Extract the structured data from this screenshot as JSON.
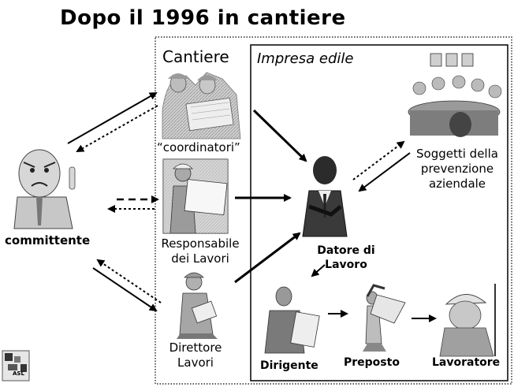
{
  "slide": {
    "title": "Dopo il 1996 in cantiere"
  },
  "areas": {
    "cantiere": "Cantiere",
    "impresa": "Impresa edile"
  },
  "actors": {
    "coordinatori": "“coordinatori”",
    "responsabile_line1": "Responsabile",
    "responsabile_line2": "dei Lavori",
    "direttore_line1": "Direttore",
    "direttore_line2": "Lavori",
    "committente": "committente",
    "datore_line1": "Datore di",
    "datore_line2": "Lavoro",
    "soggetti_line1": "Soggetti della",
    "soggetti_line2": "prevenzione",
    "soggetti_line3": "aziendale",
    "dirigente": "Dirigente",
    "preposto": "Preposto",
    "lavoratore": "Lavoratore"
  },
  "logo": {
    "text": "ASL",
    "icon": "asl-logo-icon"
  },
  "illustrations": [
    "coordinators-meeting-icon",
    "engineer-with-blueprint-icon",
    "inspector-with-clipboard-icon",
    "angry-client-icon",
    "businessman-icon",
    "office-meeting-icon",
    "manager-with-document-icon",
    "surveyor-icon",
    "worker-with-helmet-icon"
  ],
  "colors": {
    "text": "#000000",
    "figure_gray": "#8a8a8a",
    "figure_light": "#d8d8d8"
  }
}
